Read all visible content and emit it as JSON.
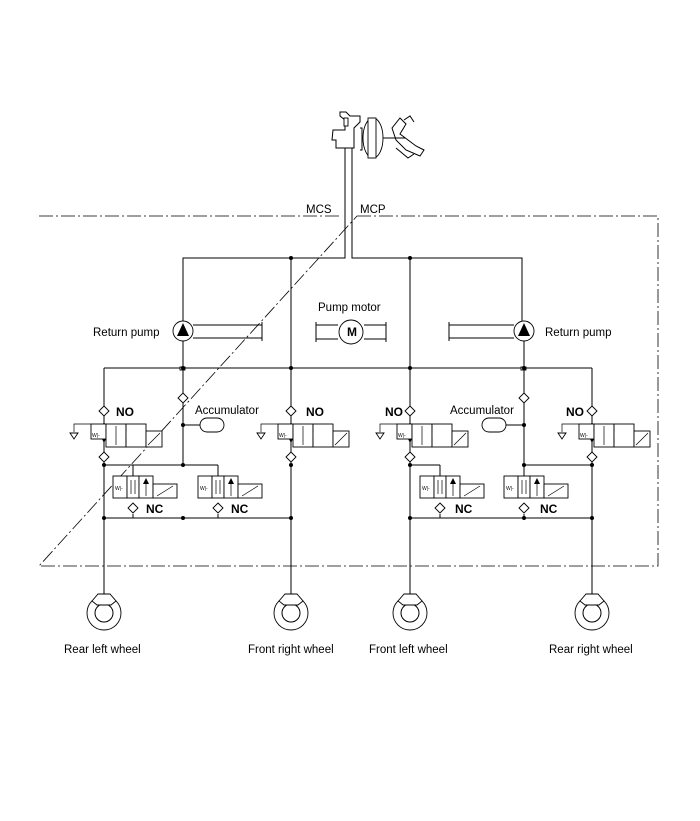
{
  "labels": {
    "mcs": "MCS",
    "mcp": "MCP",
    "pump_motor": "Pump motor",
    "motor_symbol": "M",
    "return_pump_left": "Return pump",
    "return_pump_right": "Return pump",
    "accumulator_left": "Accumulator",
    "accumulator_right": "Accumulator",
    "no": "NO",
    "nc": "NC"
  },
  "wheels": [
    {
      "name": "Rear left wheel"
    },
    {
      "name": "Front right wheel"
    },
    {
      "name": "Front left wheel"
    },
    {
      "name": "Rear right wheel"
    }
  ]
}
